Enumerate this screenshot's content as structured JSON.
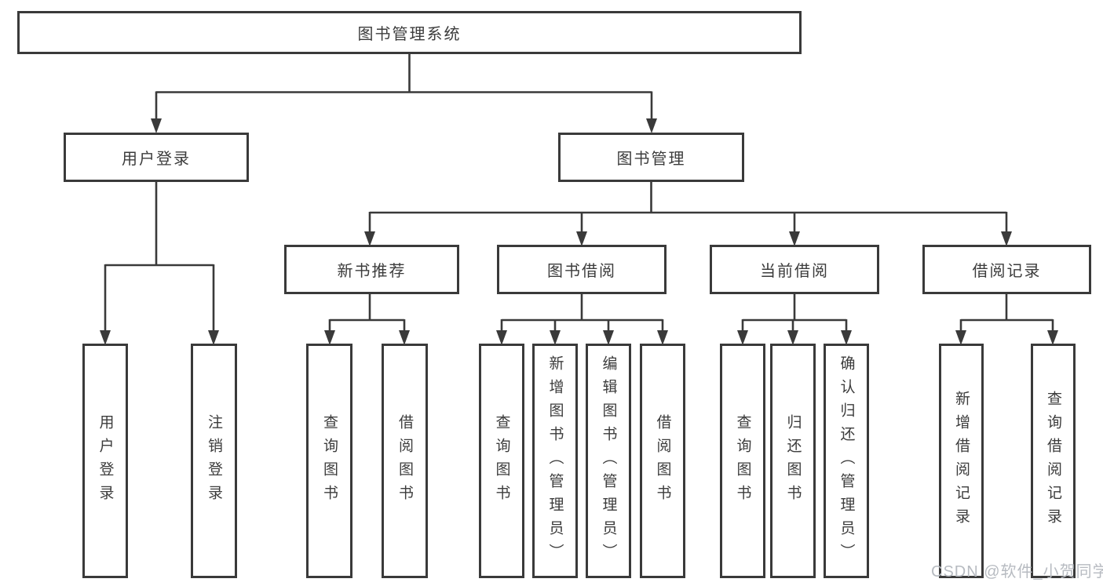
{
  "nodes": {
    "root": "图书管理系统",
    "user_login": "用户登录",
    "book_mgmt": "图书管理",
    "leaf_login": "用户登录",
    "leaf_logout": "注销登录",
    "new_book_rec": "新书推荐",
    "book_borrow": "图书借阅",
    "current_borrow": "当前借阅",
    "borrow_record": "借阅记录",
    "nbr_query_book": "查询图书",
    "nbr_borrow_book": "借阅图书",
    "bb_query_book": "查询图书",
    "bb_add_book": "新增图书（管理员）",
    "bb_edit_book": "编辑图书（管理员）",
    "bb_borrow_book": "借阅图书",
    "cb_query_book": "查询图书",
    "cb_return_book": "归还图书",
    "cb_confirm_return": "确认归还（管理员）",
    "br_add_record": "新增借阅记录",
    "br_query_record": "查询借阅记录"
  },
  "watermark": "CSDN @软件_小贺同学",
  "colors": {
    "line": "#3a3a3a",
    "text": "#3c3c3c",
    "watermark": "#b7bbc1",
    "background": "#ffffff"
  }
}
